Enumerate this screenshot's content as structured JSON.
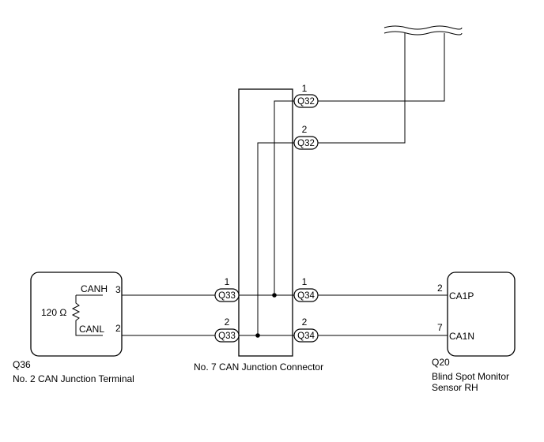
{
  "left_component": {
    "code": "Q36",
    "name": "No. 2 CAN Junction Terminal",
    "pins": [
      {
        "label": "CANH",
        "number": "3"
      },
      {
        "label": "CANL",
        "number": "2"
      }
    ],
    "resistor": "120 Ω"
  },
  "center_component": {
    "name": "No. 7 CAN Junction Connector",
    "connectors": [
      {
        "code": "Q32",
        "pin": "1"
      },
      {
        "code": "Q32",
        "pin": "2"
      },
      {
        "code": "Q33",
        "pin": "1"
      },
      {
        "code": "Q33",
        "pin": "2"
      },
      {
        "code": "Q34",
        "pin": "1"
      },
      {
        "code": "Q34",
        "pin": "2"
      }
    ]
  },
  "right_component": {
    "code": "Q20",
    "name_line1": "Blind Spot Monitor",
    "name_line2": "Sensor RH",
    "pins": [
      {
        "label": "CA1P",
        "number": "2"
      },
      {
        "label": "CA1N",
        "number": "7"
      }
    ]
  }
}
